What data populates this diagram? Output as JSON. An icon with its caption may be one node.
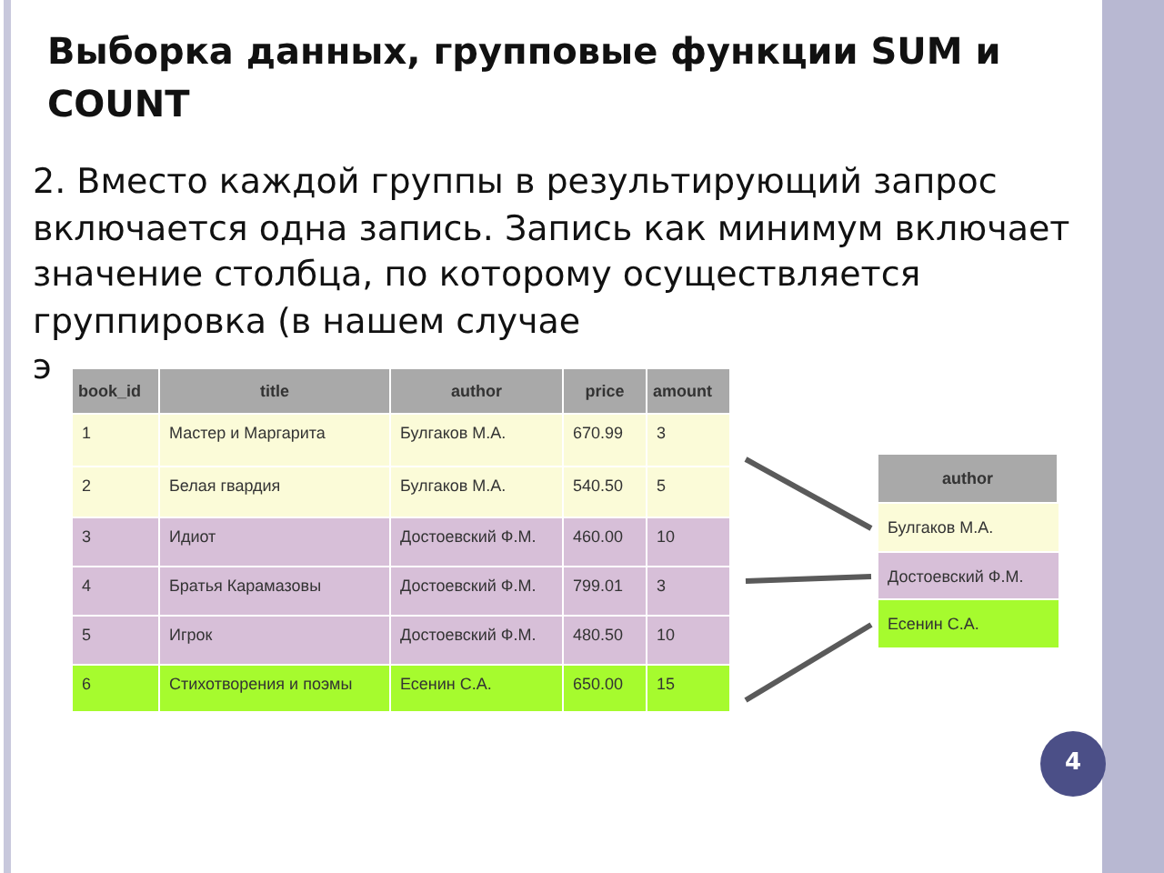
{
  "diagram": {
    "title": "Выборка данных, групповые функции SUM и COUNT",
    "nodes": [
      {
        "text": [
          "1",
          "Мастер и Маргарита",
          "Булгаков М.А.",
          "670.99",
          "3",
          "2",
          "Белая гвардия",
          "Булгаков М.А.",
          "540.50",
          "5"
        ]
      },
      {
        "text": [
          "3",
          "Идиот",
          "Достоевский Ф.М.",
          "460.00",
          "10",
          "4",
          "Братья Карамазовы",
          "Достоевский Ф.М.",
          "799.01",
          "3",
          "5",
          "Игрок",
          "Достоевский Ф.М.",
          "480.50",
          "10"
        ]
      },
      {
        "text": [
          "6",
          "Стихотворения и поэмы",
          "Есенин С.А.",
          "650.00",
          "15"
        ]
      },
      {
        "text": [
          "Булгаков М.А."
        ]
      },
      {
        "text": [
          "Достоевский Ф.М."
        ]
      },
      {
        "text": [
          "Есенин С.А."
        ]
      }
    ],
    "edges": [
      {
        "from": 0,
        "to": 3,
        "arrow": "none"
      },
      {
        "from": 1,
        "to": 4,
        "arrow": "none"
      },
      {
        "from": 2,
        "to": 5,
        "arrow": "none"
      }
    ],
    "labels": [
      "2. Вместо каждой группы в результирующий запрос включается  одна запись. Запись как минимум включает значение столбца, по которому осуществляется группировка (в нашем случае",
      "э",
      "book_id",
      "title",
      "author",
      "price",
      "amount",
      "author",
      "4"
    ]
  }
}
